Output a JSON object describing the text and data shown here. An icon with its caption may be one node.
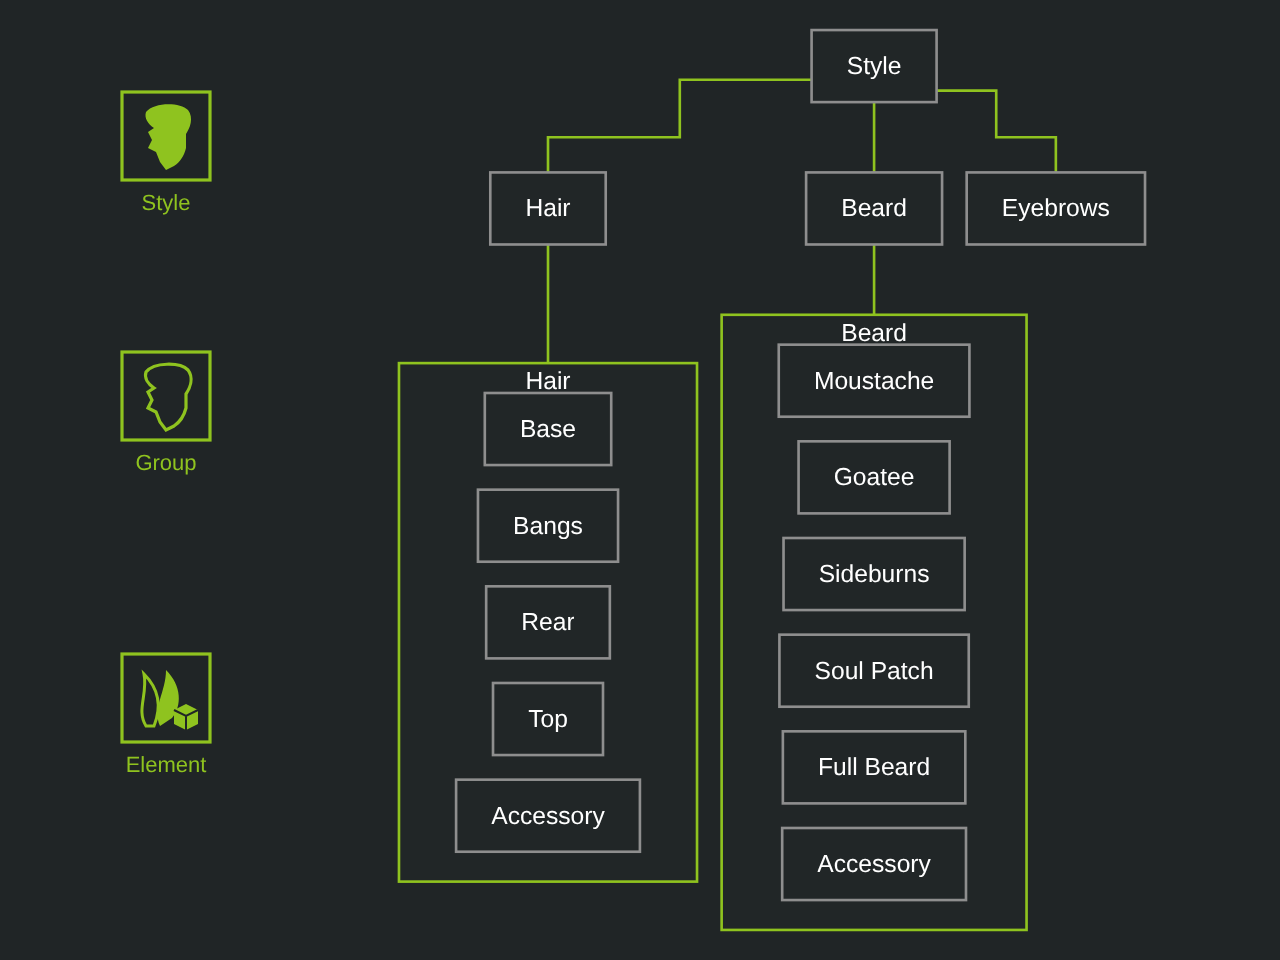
{
  "diagram": {
    "nodes": [
      {
        "text": [
          "Style"
        ]
      },
      {
        "text": [
          "Hair"
        ]
      },
      {
        "text": [
          "Beard"
        ]
      },
      {
        "text": [
          "Eyebrows"
        ]
      },
      {
        "text": [
          "Hair"
        ]
      },
      {
        "text": [
          "Base"
        ],
        "in": 4
      },
      {
        "text": [
          "Bangs"
        ],
        "in": 4
      },
      {
        "text": [
          "Rear"
        ],
        "in": 4
      },
      {
        "text": [
          "Top"
        ],
        "in": 4
      },
      {
        "text": [
          "Accessory"
        ],
        "in": 4
      },
      {
        "text": [
          "Beard"
        ]
      },
      {
        "text": [
          "Moustache"
        ],
        "in": 10
      },
      {
        "text": [
          "Goatee"
        ],
        "in": 10
      },
      {
        "text": [
          "Sideburns"
        ],
        "in": 10
      },
      {
        "text": [
          "Soul Patch"
        ],
        "in": 10
      },
      {
        "text": [
          "Full Beard"
        ],
        "in": 10
      },
      {
        "text": [
          "Accessory"
        ],
        "in": 10
      }
    ],
    "edges": [
      {
        "from": 0,
        "to": 1,
        "arrow": "none"
      },
      {
        "from": 0,
        "to": 2,
        "arrow": "none"
      },
      {
        "from": 0,
        "to": 3,
        "arrow": "none"
      },
      {
        "from": 1,
        "to": 4,
        "arrow": "none"
      },
      {
        "from": 2,
        "to": 10,
        "arrow": "none"
      }
    ],
    "legend": [
      {
        "text": "Style"
      },
      {
        "text": "Group"
      },
      {
        "text": "Element"
      }
    ]
  }
}
